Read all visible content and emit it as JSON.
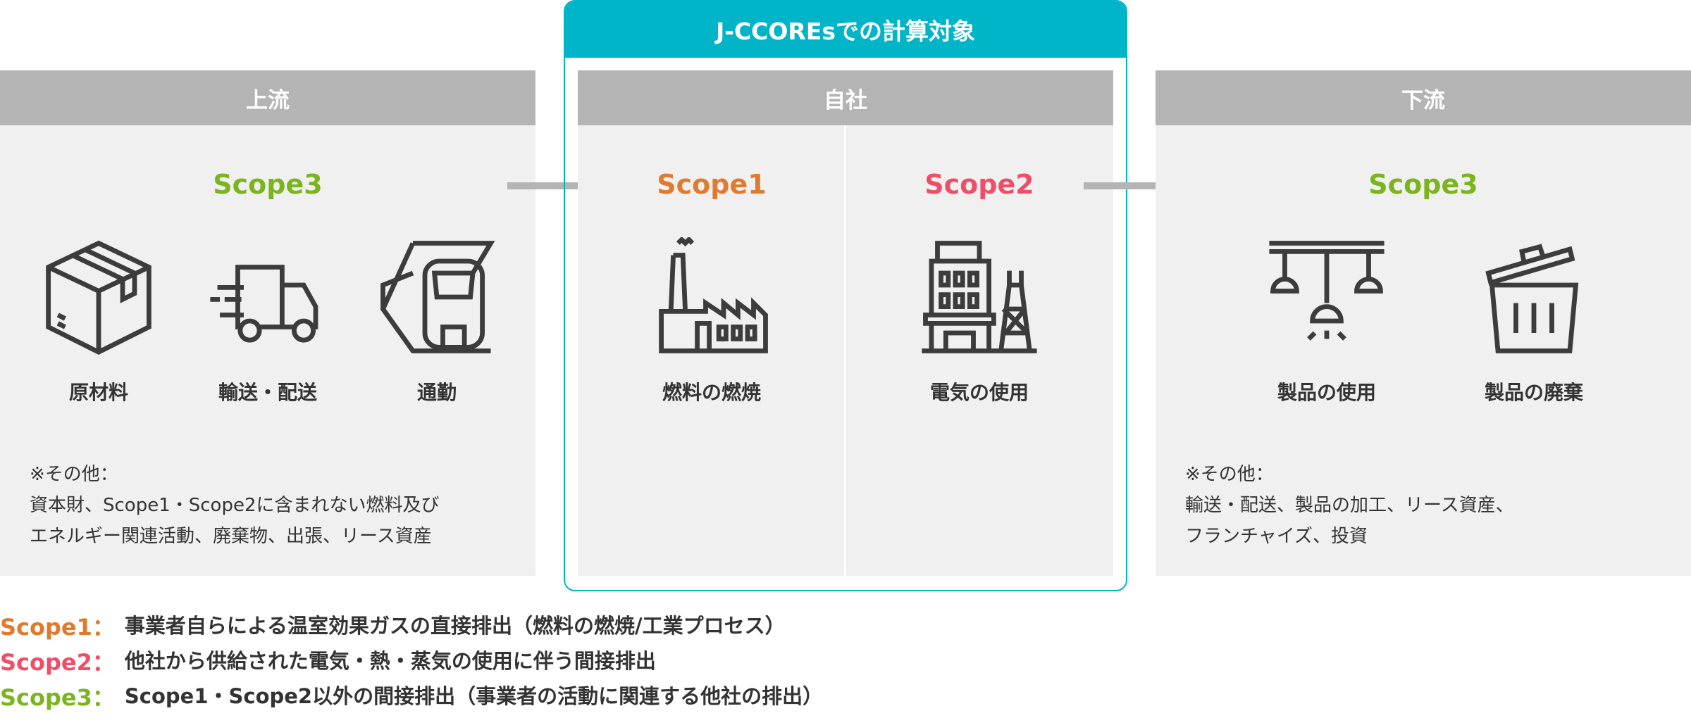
{
  "colors": {
    "teal": "#00b5c8",
    "header_gray": "#b4b4b4",
    "panel": "#f0f0f0",
    "scope1": "#e07a2e",
    "scope2": "#ef4e68",
    "scope3": "#7ab51d"
  },
  "target_box": {
    "title": "J-CCOREsでの計算対象"
  },
  "upstream": {
    "header": "上流",
    "scope": "Scope3",
    "items": [
      {
        "label": "原材料",
        "icon": "box-icon"
      },
      {
        "label": "輸送・配送",
        "icon": "truck-icon"
      },
      {
        "label": "通勤",
        "icon": "train-icon"
      }
    ],
    "note": [
      "※その他：",
      "資本財、Scope1・Scope2に含まれない燃料及び",
      "エネルギー関連活動、廃棄物、出張、リース資産"
    ]
  },
  "company": {
    "header": "自社",
    "scope1": "Scope1",
    "scope2": "Scope2",
    "item1": {
      "label": "燃料の燃焼",
      "icon": "factory-icon"
    },
    "item2": {
      "label": "電気の使用",
      "icon": "building-power-icon"
    }
  },
  "downstream": {
    "header": "下流",
    "scope": "Scope3",
    "items": [
      {
        "label": "製品の使用",
        "icon": "lamps-icon"
      },
      {
        "label": "製品の廃棄",
        "icon": "trash-icon"
      }
    ],
    "note": [
      "※その他：",
      "輸送・配送、製品の加工、リース資産、",
      "フランチャイズ、投資"
    ]
  },
  "legend": [
    {
      "key": "Scope1：",
      "text": "事業者自らによる温室効果ガスの直接排出（燃料の燃焼/工業プロセス）"
    },
    {
      "key": "Scope2：",
      "text": "他社から供給された電気・熱・蒸気の使用に伴う間接排出"
    },
    {
      "key": "Scope3：",
      "text": "Scope1・Scope2以外の間接排出（事業者の活動に関連する他社の排出）"
    }
  ]
}
